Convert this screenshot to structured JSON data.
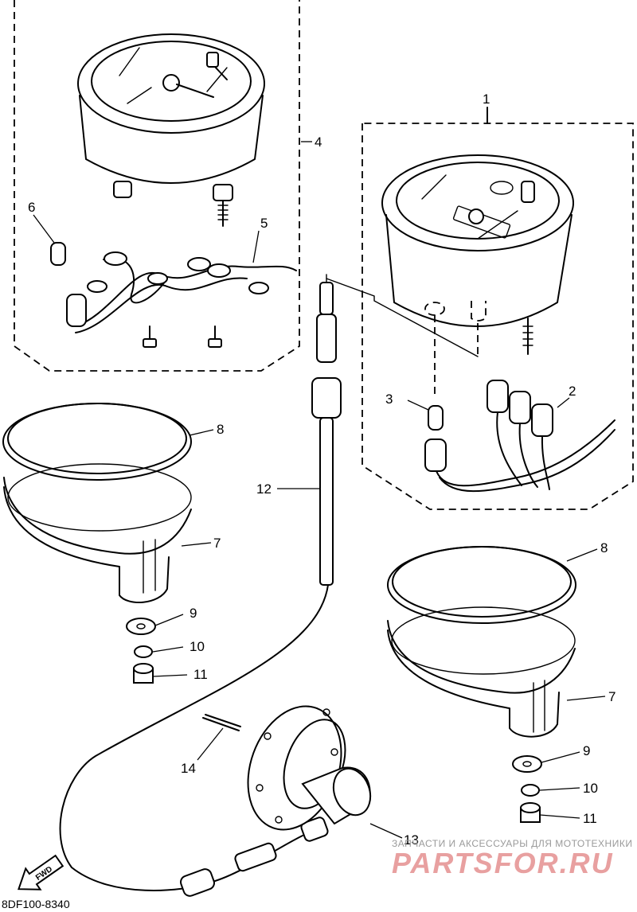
{
  "callouts": {
    "c1": "1",
    "c2": "2",
    "c3": "3",
    "c4": "4",
    "c5": "5",
    "c6": "6",
    "c7a": "7",
    "c7b": "7",
    "c8a": "8",
    "c8b": "8",
    "c9a": "9",
    "c9b": "9",
    "c10a": "10",
    "c10b": "10",
    "c11a": "11",
    "c11b": "11",
    "c12": "12",
    "c13": "13",
    "c14": "14"
  },
  "fwd_label": "FWD",
  "diagram_code": "8DF100-8340",
  "watermark": {
    "tagline": "ЗАПЧАСТИ И АКСЕССУАРЫ ДЛЯ МОТОТЕХНИКИ",
    "logo": "PARTSFOR.RU"
  }
}
